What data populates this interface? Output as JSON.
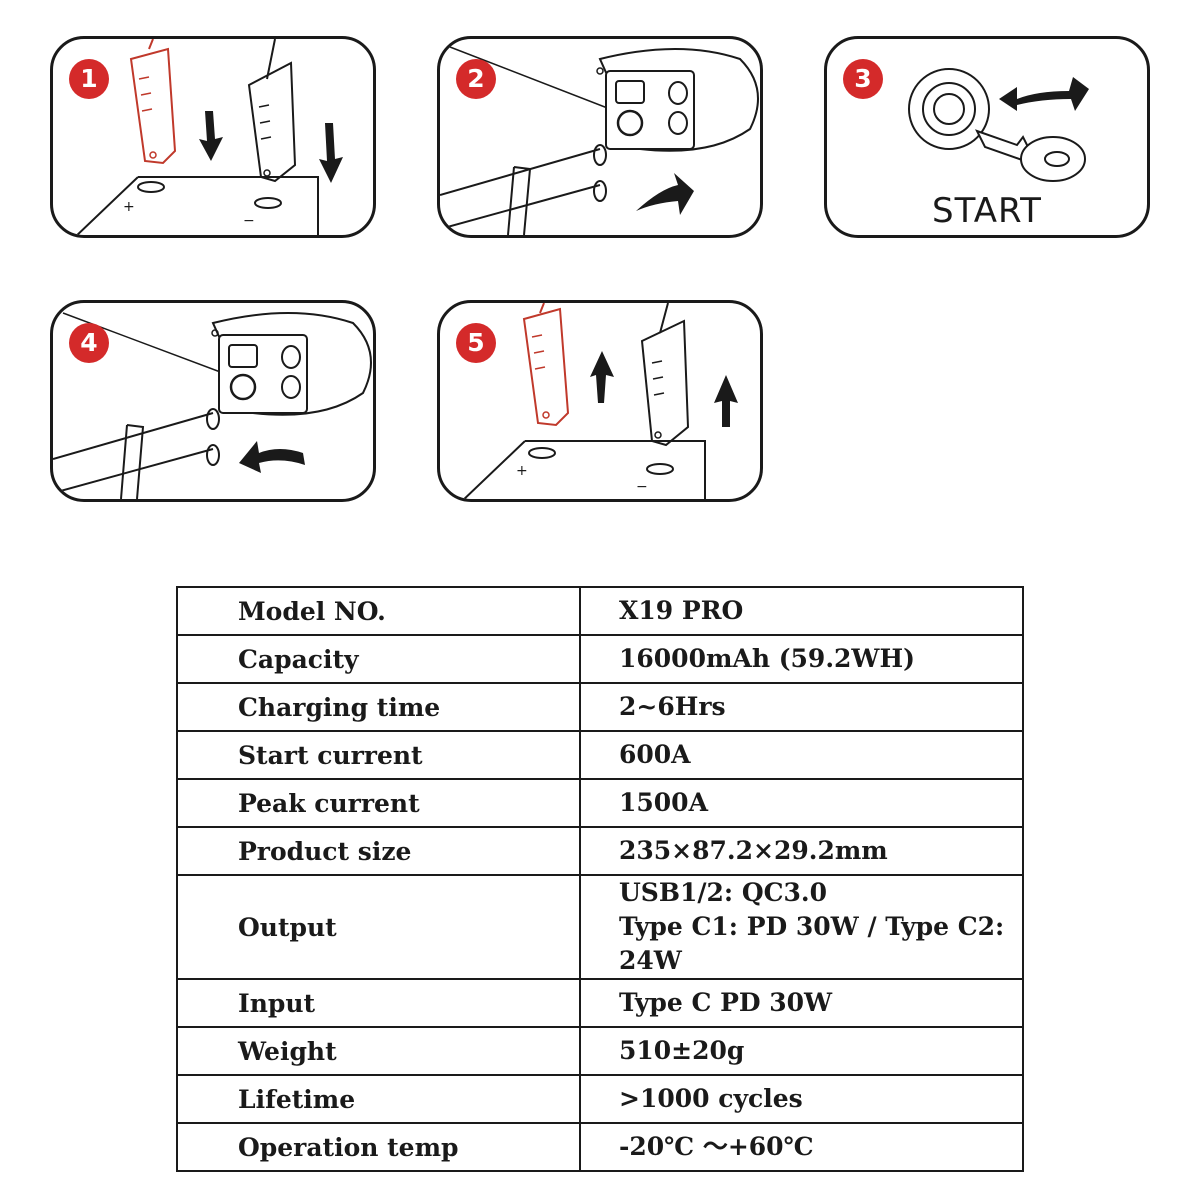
{
  "steps": [
    {
      "number": "1",
      "icon": "clamp-attach-icon"
    },
    {
      "number": "2",
      "icon": "plug-connect-icon"
    },
    {
      "number": "3",
      "icon": "ignition-key-icon",
      "label": "START"
    },
    {
      "number": "4",
      "icon": "plug-disconnect-icon"
    },
    {
      "number": "5",
      "icon": "clamp-remove-icon"
    }
  ],
  "battery": {
    "plus": "+",
    "minus": "−"
  },
  "colors": {
    "badge": "#d42a2a",
    "clamp_red": "#c0392b",
    "line": "#1a1a1a"
  },
  "specs": {
    "rows": [
      {
        "label": "Model NO.",
        "value": "X19 PRO"
      },
      {
        "label": "Capacity",
        "value": "16000mAh (59.2WH)"
      },
      {
        "label": "Charging time",
        "value": "2~6Hrs"
      },
      {
        "label": "Start current",
        "value": "600A"
      },
      {
        "label": "Peak current",
        "value": "1500A"
      },
      {
        "label": "Product size",
        "value": "235×87.2×29.2mm"
      },
      {
        "label": "Output",
        "value": "USB1/2: QC3.0",
        "value2": "Type C1: PD 30W / Type C2: 24W"
      },
      {
        "label": "Input",
        "value": "Type C PD 30W"
      },
      {
        "label": "Weight",
        "value": "510±20g"
      },
      {
        "label": "Lifetime",
        "value": ">1000 cycles"
      },
      {
        "label": "Operation temp",
        "value": "-20℃ ～+60℃"
      }
    ]
  }
}
